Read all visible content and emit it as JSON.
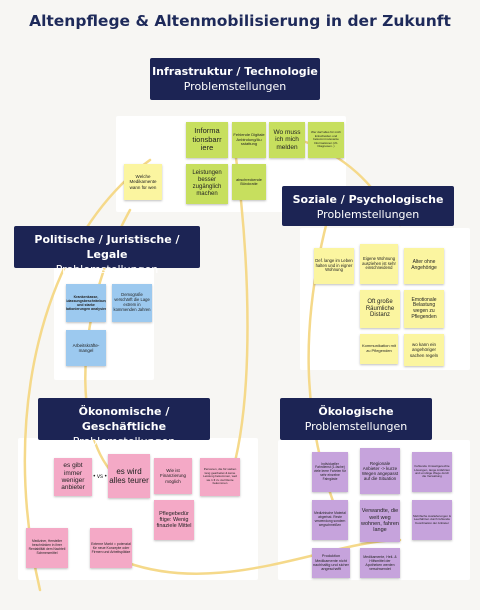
{
  "title": "Altenpflege & Altenmobilisierung in der Zukunft",
  "colors": {
    "header": "#1c2454",
    "line": "#f5d98a",
    "yellow": "#fbf5a0",
    "green": "#c7df5e",
    "blue": "#9cc9ef",
    "pink": "#f4a9c6",
    "purple": "#c6a3dc"
  },
  "headers": {
    "infra": {
      "line1": "Infrastruktur / Technologie",
      "line2": "Problemstellungen"
    },
    "sozial": {
      "line1": "Soziale / Psychologische",
      "line2": "Problemstellungen"
    },
    "politisch": {
      "line1": "Politische / Juristische / Legale",
      "line2": "Problemstellungen"
    },
    "oeko": {
      "line1": "Ökonomische / Geschäftliche",
      "line2": "Problemstellungen"
    },
    "oekologisch": {
      "line1": "Ökologische",
      "line2": "Problemstellungen"
    }
  },
  "notes": {
    "infra": [
      "Informa tionsbarr iere",
      "Fehlende Digitale Anbindung/Au sstattung",
      "Wo muss ich mich melden",
      "Wer darf alles für mich Entscheiden und bekommt relevante Informationen (zb. Diagnosen..)",
      "Leistungen besser zugänglich machen",
      "abschreckende Bürokratie"
    ],
    "medikamente": "Welche Medikamente wann für wen",
    "sozial": [
      "Def. lange im Leben halten und in eigner Wohnung",
      "Eigene Wohnung ausziehen ist sehr einschneidend",
      "Alter ohne Angehörige",
      "Oft große Räumliche Distanz",
      "Emotionale Belastung wegen zu Pflegenden",
      "Kommunikation mit zu Pflegenden",
      "wo kann ein angehöriger sachen regeln"
    ],
    "politisch": [
      "Krankenkasse, Zulassungsbeschränkung und starke Rationierungen analysiert",
      "Demografie verschärft die Lage extrem in kommenden Jahren",
      "Arbeitskräfte-mangel"
    ],
    "oeko": [
      "es gibt immer weniger anbieter",
      "es wird alles teurer",
      "Wie ist Finanzierung möglich",
      "Personen, die für sieben lang gearbeitet & keine Leistung bekommen, weil sie 1 € zu viel Rente bekommen",
      "Pflegebedür ftige: Wenig finaziele Mittel",
      "Mediziner, Hersteller beschränken in ihrer Rentabilität dem Nachteil Schmerzmittel",
      "Externe Markt = potenzial für neue Konzepte oder Firmen und Arbeitsplätze"
    ],
    "vs": "• vs •",
    "oekologisch": [
      "Individueller Fahrdienst (1-fache) viele leere Fahrten für sehr einzelne Fahrgäste",
      "Regionale Anbieter -> kurze Wegen angepasst auf die Situation",
      "Fehlende Umweltgerechte Lösungen, lange Anfahrten und unnötige Wege durch die Verwaltung",
      "Medizinische Material abgerisst. Reste verwendung sondern wegschmeißen",
      "Verwandte, die weit weg wohnen, fahren lange",
      "Mehrfache Auslieferungen & Leerfahrten durch fehlende Koordination der Anbieter",
      "Produktion Medikamente nicht nachhaltig und sicher angeschafft",
      "Medikamente, Heil- & Hilfsmittel der Apotheken werden verschwendet"
    ]
  }
}
